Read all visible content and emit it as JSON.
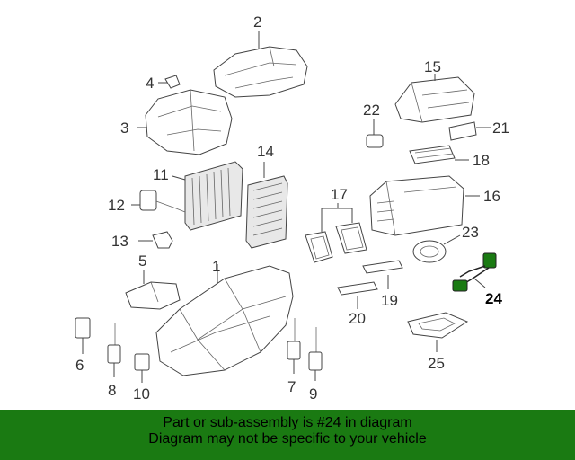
{
  "diagram": {
    "labels": {
      "p1": "1",
      "p2": "2",
      "p3": "3",
      "p4": "4",
      "p5": "5",
      "p6": "6",
      "p7": "7",
      "p8": "8",
      "p9": "9",
      "p10": "10",
      "p11": "11",
      "p12": "12",
      "p13": "13",
      "p14": "14",
      "p15": "15",
      "p16": "16",
      "p17": "17",
      "p18": "18",
      "p19": "19",
      "p20": "20",
      "p21": "21",
      "p22": "22",
      "p23": "23",
      "p24": "24",
      "p25": "25"
    },
    "highlight_color": "#1a7a12"
  },
  "banner": {
    "line1": "Part or sub-assembly is #24 in diagram",
    "line2": "Diagram may not be specific to your vehicle",
    "background": "#1a7a12"
  }
}
